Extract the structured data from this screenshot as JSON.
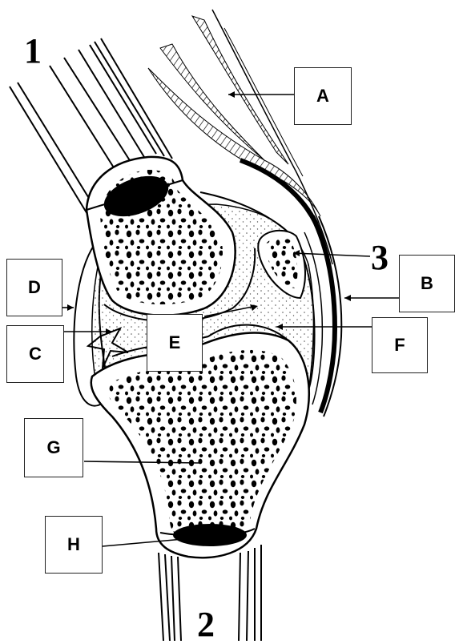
{
  "diagram": {
    "numbers": {
      "n1": "1",
      "n2": "2",
      "n3": "3"
    },
    "labels": {
      "A": "A",
      "B": "B",
      "C": "C",
      "D": "D",
      "E": "E",
      "F": "F",
      "G": "G",
      "H": "H"
    },
    "colors": {
      "ink": "#000000",
      "bone_fill": "#ffffff",
      "cartilage_dots": "#555555"
    }
  }
}
